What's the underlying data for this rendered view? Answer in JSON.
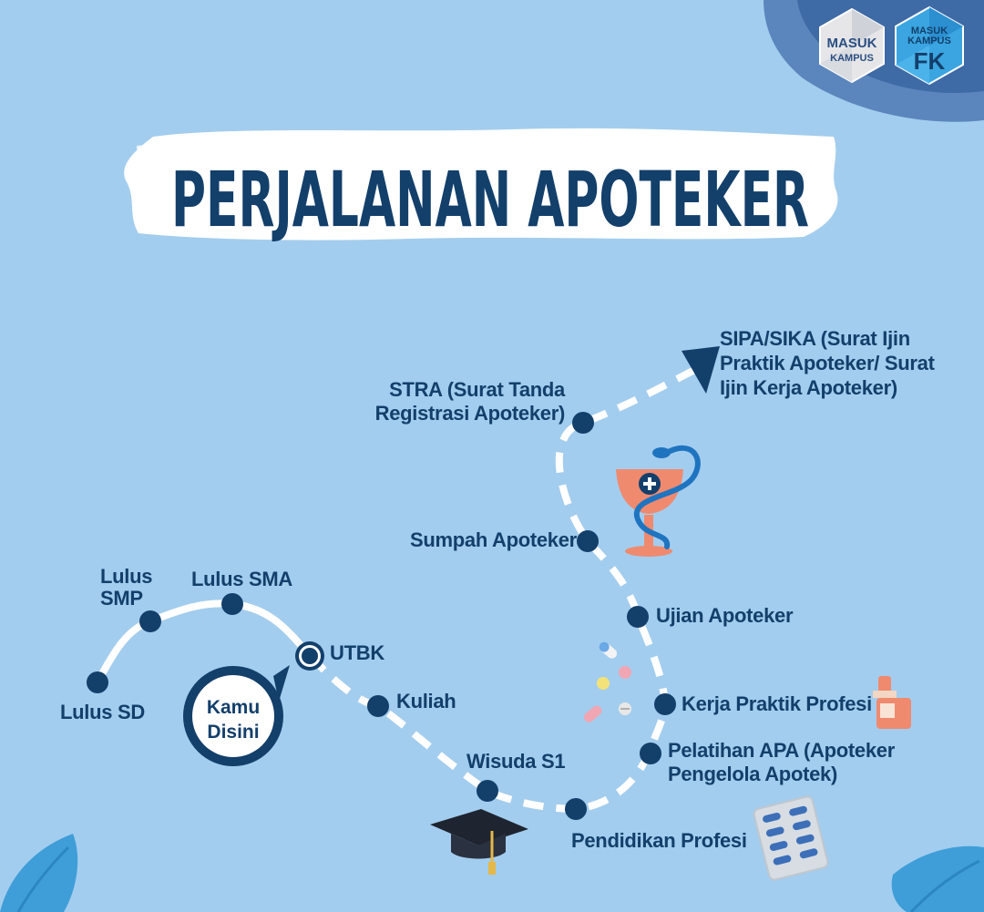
{
  "title": "PERJALANAN APOTEKER",
  "logos": {
    "left": {
      "line1": "MASUK",
      "line2": "KAMPUS"
    },
    "right": {
      "line1": "MASUK",
      "line2": "KAMPUS",
      "line3": "FK"
    }
  },
  "badge": {
    "line1": "Kamu",
    "line2": "Disini"
  },
  "steps": [
    {
      "id": "lulus-sd",
      "label": "Lulus SD"
    },
    {
      "id": "lulus-smp",
      "label": "Lulus\nSMP"
    },
    {
      "id": "lulus-sma",
      "label": "Lulus SMA"
    },
    {
      "id": "utbk",
      "label": "UTBK"
    },
    {
      "id": "kuliah",
      "label": "Kuliah"
    },
    {
      "id": "wisuda-s1",
      "label": "Wisuda S1"
    },
    {
      "id": "pendidikan-profesi",
      "label": "Pendidikan Profesi"
    },
    {
      "id": "pelatihan-apa",
      "label": "Pelatihan APA (Apoteker\nPengelola Apotek)"
    },
    {
      "id": "kerja-praktik-profesi",
      "label": "Kerja Praktik Profesi"
    },
    {
      "id": "ujian-apoteker",
      "label": "Ujian Apoteker"
    },
    {
      "id": "sumpah-apoteker",
      "label": "Sumpah Apoteker"
    },
    {
      "id": "stra",
      "label": "STRA (Surat Tanda\nRegistrasi Apoteker)"
    },
    {
      "id": "sipa-sika",
      "label": "SIPA/SIKA (Surat Ijin\nPraktik Apoteker/ Surat\nIjin Kerja Apoteker)"
    }
  ],
  "current_step": "utbk",
  "colors": {
    "background": "#a3cdee",
    "navy": "#133f6b",
    "path": "#ffffff",
    "accent": "#ef8a6f"
  },
  "icons": [
    "pharmacy-bowl-icon",
    "pills-icon",
    "medicine-bottle-icon",
    "pill-blister-icon",
    "graduation-cap-icon",
    "leaf-icon"
  ]
}
